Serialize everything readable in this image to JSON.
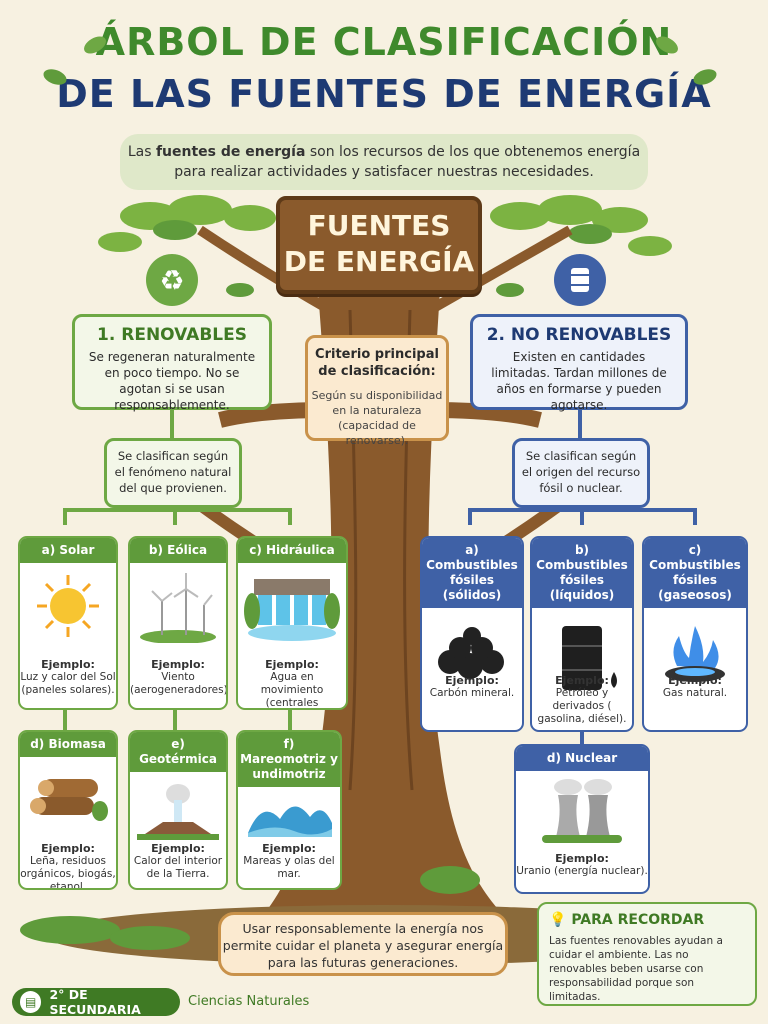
{
  "title": {
    "line1": "ÁRBOL DE CLASIFICACIÓN",
    "line2": "DE LAS FUENTES DE ENERGÍA"
  },
  "intro": {
    "pre": "Las ",
    "bold": "fuentes de energía",
    "post": " son los recursos de los que obtenemos energía para realizar actividades y satisfacer nuestras necesidades."
  },
  "sign": {
    "line1": "FUENTES",
    "line2": "DE ENERGÍA"
  },
  "criterio": {
    "heading": "Criterio principal de clasificación:",
    "text": "Según su disponibilidad en la naturaleza (capacidad de renovarse)."
  },
  "renovables": {
    "heading": "1. RENOVABLES",
    "text": "Se regeneran naturalmente en poco tiempo. No se agotan si se usan responsablemente.",
    "sub": "Se clasifican según el fenómeno natural del que provienen.",
    "icon": "recycle-icon",
    "cards": [
      {
        "title": "a) Solar",
        "ex_label": "Ejemplo:",
        "ex_text": "Luz y calor del Sol (paneles solares).",
        "icon": "sun-icon"
      },
      {
        "title": "b) Eólica",
        "ex_label": "Ejemplo:",
        "ex_text": "Viento (aerogeneradores).",
        "icon": "wind-turbine-icon"
      },
      {
        "title": "c) Hidráulica",
        "ex_label": "Ejemplo:",
        "ex_text": "Agua en movimiento (centrales hidroeléctricas).",
        "icon": "dam-icon"
      },
      {
        "title": "d) Biomasa",
        "ex_label": "Ejemplo:",
        "ex_text": "Leña, residuos orgánicos, biogás, etanol.",
        "icon": "logs-icon"
      },
      {
        "title": "e) Geotérmica",
        "ex_label": "Ejemplo:",
        "ex_text": "Calor del interior de la Tierra.",
        "icon": "geyser-icon"
      },
      {
        "title": "f) Mareomotriz y undimotriz",
        "ex_label": "Ejemplo:",
        "ex_text": "Mareas y olas del mar.",
        "icon": "waves-icon"
      }
    ]
  },
  "no_renovables": {
    "heading": "2. NO RENOVABLES",
    "text": "Existen en cantidades limitadas. Tardan millones de años en formarse y pueden agotarse.",
    "sub": "Se clasifican según el origen del recurso fósil o nuclear.",
    "icon": "oil-barrel-icon",
    "cards": [
      {
        "title": "a) Combustibles fósiles (sólidos)",
        "ex_label": "Ejemplo:",
        "ex_text": "Carbón mineral.",
        "icon": "coal-icon"
      },
      {
        "title": "b) Combustibles fósiles (líquidos)",
        "ex_label": "Ejemplo:",
        "ex_text": "Petróleo y derivados ( gasolina, diésel).",
        "icon": "barrel-icon"
      },
      {
        "title": "c) Combustibles fósiles (gaseosos)",
        "ex_label": "Ejemplo:",
        "ex_text": "Gas natural.",
        "icon": "gas-flame-icon"
      },
      {
        "title": "d) Nuclear",
        "ex_label": "Ejemplo:",
        "ex_text": "Uranio (energía nuclear).",
        "icon": "nuclear-plant-icon"
      }
    ]
  },
  "bottom_message": "Usar responsablemente la energía nos permite cuidar el planeta y asegurar energía para las futuras generaciones.",
  "remember": {
    "heading": "PARA RECORDAR",
    "text": "Las fuentes renovables ayudan a cuidar el ambiente. Las no renovables beben usarse con responsabilidad porque son limitadas."
  },
  "footer": {
    "grade": "2° DE SECUNDARIA",
    "subject": "Ciencias Naturales"
  },
  "colors": {
    "green": "#5f9b3b",
    "blue": "#3f61a6",
    "brown": "#8a5a2c",
    "cream": "#f7f1e1"
  }
}
